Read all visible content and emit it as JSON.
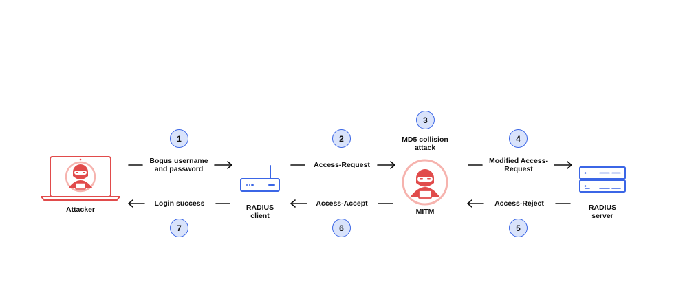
{
  "nodes": {
    "attacker": "Attacker",
    "radius_client": [
      "RADIUS",
      "client"
    ],
    "mitm": "MITM",
    "radius_server": [
      "RADIUS",
      "server"
    ]
  },
  "steps": [
    {
      "number": "1",
      "label": [
        "Bogus username",
        "and password"
      ]
    },
    {
      "number": "2",
      "label": [
        "Access-Request"
      ]
    },
    {
      "number": "3",
      "label": [
        "MD5 collision",
        "attack"
      ]
    },
    {
      "number": "4",
      "label": [
        "Modified Access-",
        "Request"
      ]
    },
    {
      "number": "5",
      "label": [
        "Access-Reject"
      ]
    },
    {
      "number": "6",
      "label": [
        "Access-Accept"
      ]
    },
    {
      "number": "7",
      "label": [
        "Login success"
      ]
    }
  ],
  "colors": {
    "attacker_red": "#e14b4b",
    "mitm_ring": "#f6b3ae",
    "device_blue": "#3b66e6",
    "badge_fill": "#d9e3fb"
  },
  "icons": {
    "attacker": "laptop-hacker-icon",
    "radius_client": "router-icon",
    "mitm": "hacker-icon",
    "radius_server": "server-icon"
  }
}
